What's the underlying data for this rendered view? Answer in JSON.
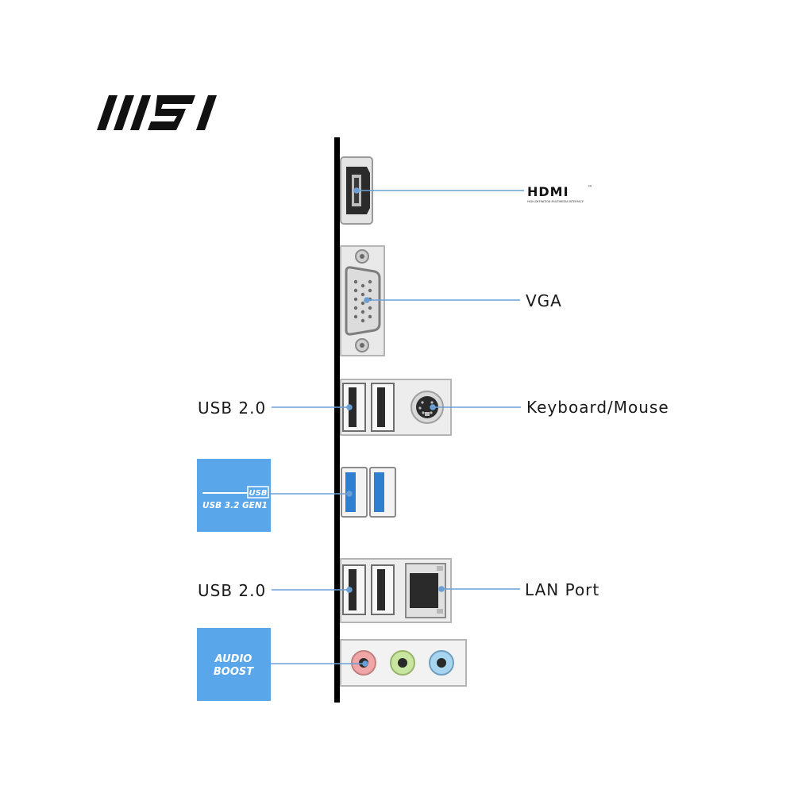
{
  "brand": {
    "logo_text": "MSI"
  },
  "ports": {
    "hdmi": {
      "logo": "HDMI",
      "tm": "™",
      "tagline": "HIGH-DEFINITION MULTIMEDIA INTERFACE"
    },
    "vga": {
      "label": "VGA"
    },
    "keyboard_mouse": {
      "label": "Keyboard/Mouse"
    },
    "usb_top": {
      "label": "USB 2.0"
    },
    "usb_bottom": {
      "label": "USB 2.0"
    },
    "lan": {
      "label": "LAN Port"
    }
  },
  "badges": {
    "usb32": {
      "logo": "USB",
      "line": "USB 3.2 GEN1"
    },
    "audio": {
      "line1": "AUDIO",
      "line2": "BOOST"
    }
  },
  "colors": {
    "leader_line": "#6a9fd6",
    "badge_blue": "#5aa6ea",
    "usb3_port": "#2f7fd0",
    "jack_pink": "#f0a6a6",
    "jack_green": "#c9e6a0",
    "jack_blue": "#a7d4ef"
  }
}
